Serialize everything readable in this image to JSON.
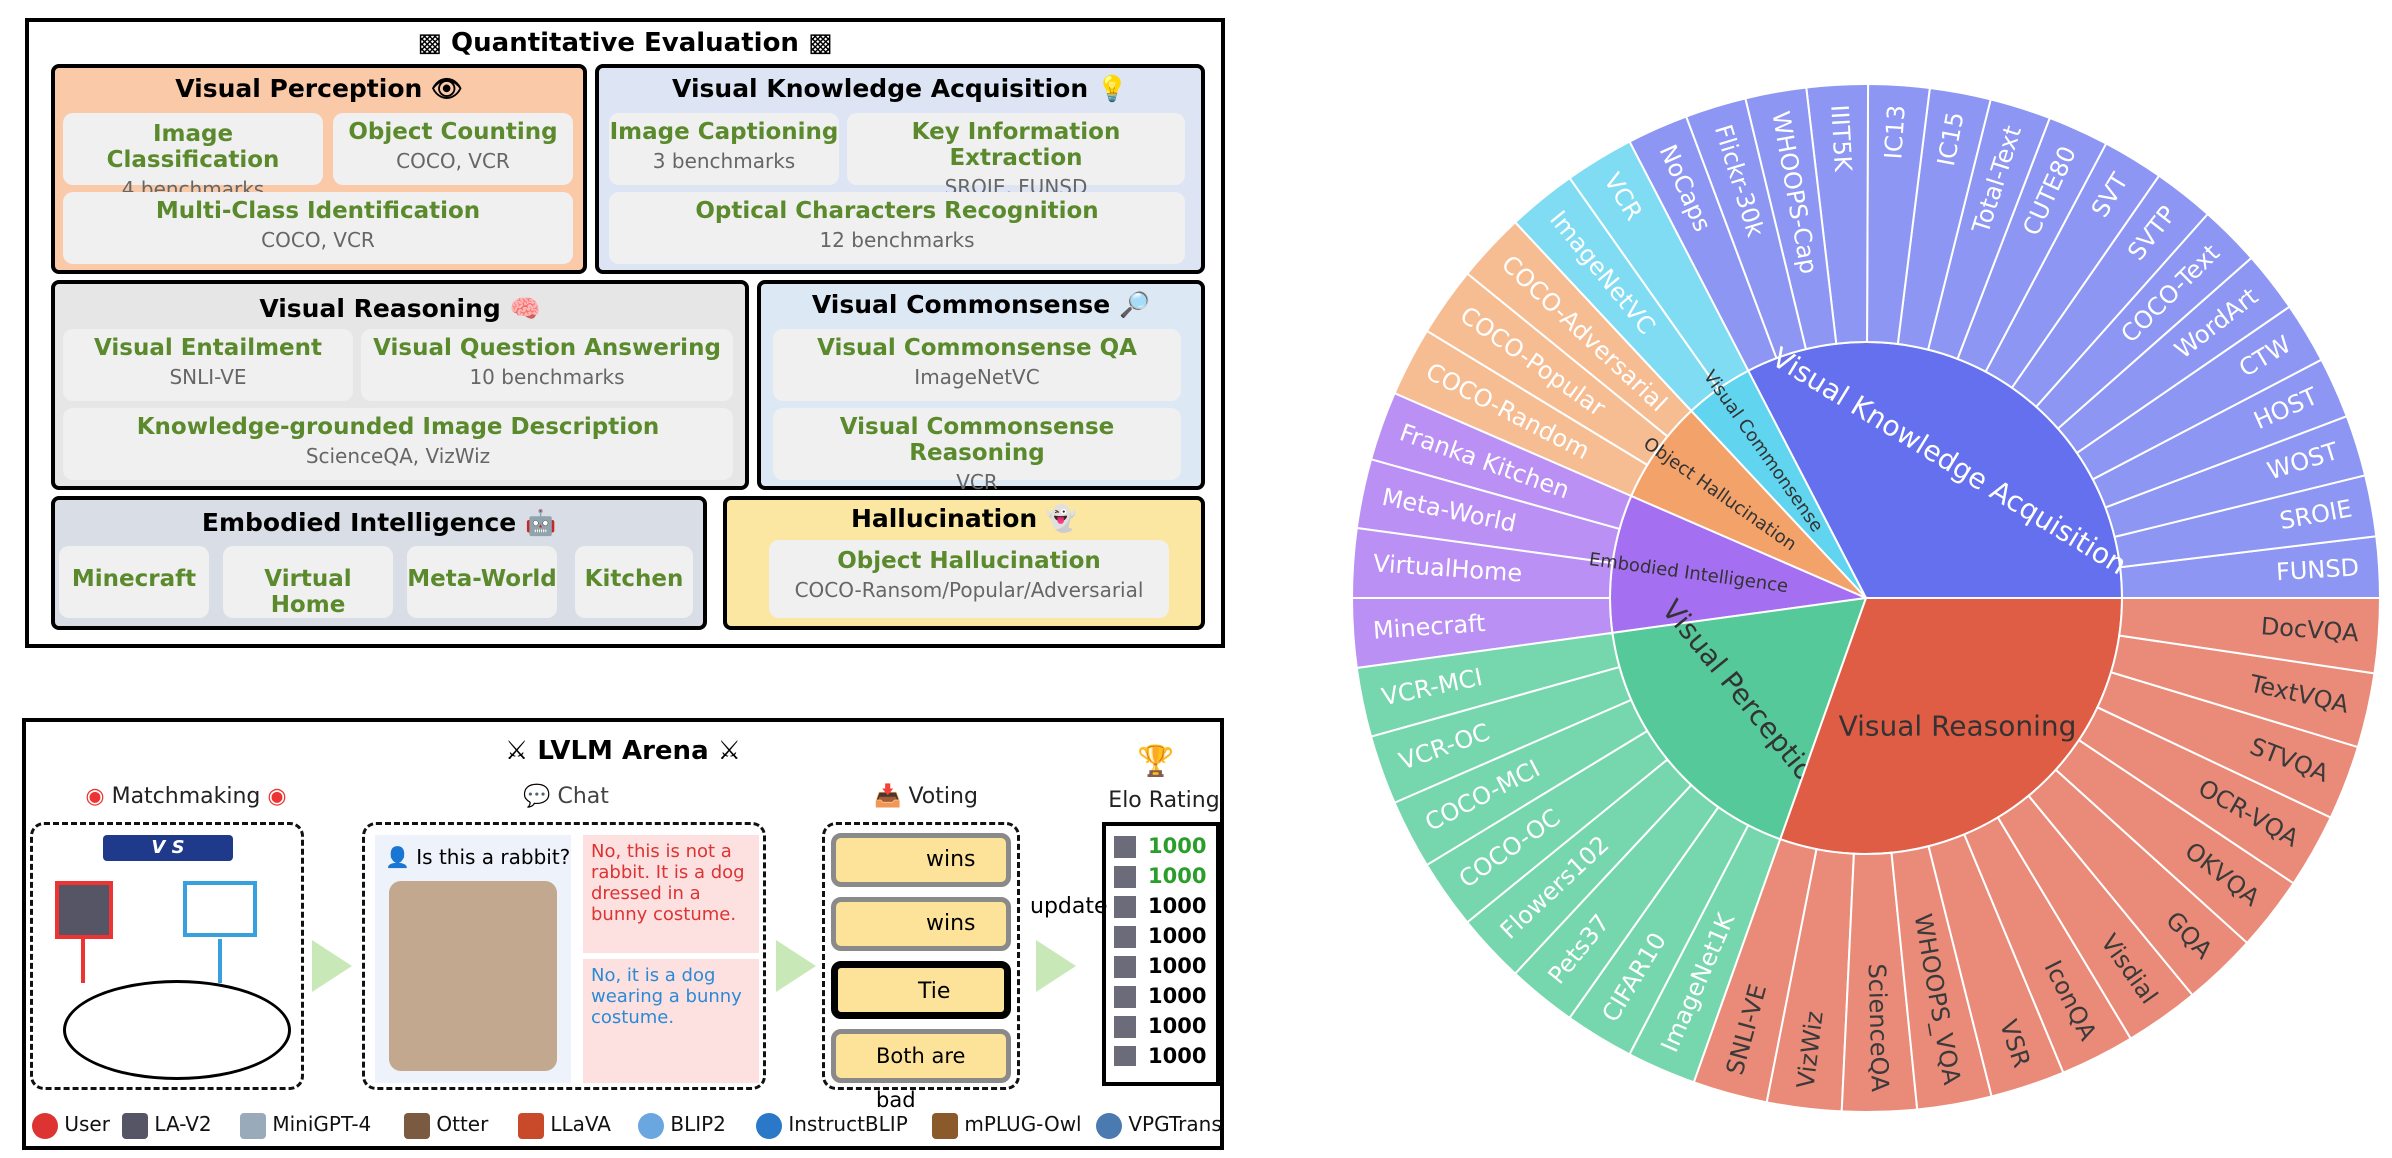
{
  "qe": {
    "title": "Quantitative Evaluation",
    "perception": {
      "title": "Visual Perception",
      "ic_name": "Image Classification",
      "ic_sub": "4 benchmarks",
      "oc_name": "Object Counting",
      "oc_sub": "COCO, VCR",
      "mci_name": "Multi-Class Identification",
      "mci_sub": "COCO, VCR"
    },
    "knowledge": {
      "title": "Visual Knowledge Acquisition",
      "cap_name": "Image Captioning",
      "cap_sub": "3 benchmarks",
      "kie_name": "Key Information Extraction",
      "kie_sub": "SROIE, FUNSD",
      "ocr_name": "Optical Characters Recognition",
      "ocr_sub": "12 benchmarks"
    },
    "reasoning": {
      "title": "Visual Reasoning",
      "ve_name": "Visual Entailment",
      "ve_sub": "SNLI-VE",
      "vqa_name": "Visual Question Answering",
      "vqa_sub": "10 benchmarks",
      "kgid_name": "Knowledge-grounded Image Description",
      "kgid_sub": "ScienceQA, VizWiz"
    },
    "commonsense": {
      "title": "Visual Commonsense",
      "qa_name": "Visual Commonsense QA",
      "qa_sub": "ImageNetVC",
      "r_name": "Visual Commonsense Reasoning",
      "r_sub": "VCR"
    },
    "embodied": {
      "title": "Embodied Intelligence",
      "items": [
        "Minecraft",
        "Virtual Home",
        "Meta-World",
        "Kitchen"
      ]
    },
    "hallucination": {
      "title": "Hallucination",
      "name": "Object Hallucination",
      "sub": "COCO-Ransom/Popular/Adversarial"
    }
  },
  "arena": {
    "title": "LVLM Arena",
    "matchmaking": "Matchmaking",
    "vs": "V S",
    "chat": "Chat",
    "question": "Is this a rabbit?",
    "answer1": "No, this is not a rabbit. It is a dog dressed in a bunny costume.",
    "answer2": "No, it is a dog wearing a bunny costume.",
    "voting": "Voting",
    "votes": [
      "wins",
      "wins",
      "Tie",
      "Both are bad"
    ],
    "update": "update",
    "elo_title": "Elo Rating",
    "elo": [
      "1000",
      "1000",
      "1000",
      "1000",
      "1000",
      "1000",
      "1000",
      "1000"
    ],
    "legend": [
      "User",
      "LA-V2",
      "MiniGPT-4",
      "Otter",
      "LLaVA",
      "BLIP2",
      "InstructBLIP",
      "mPLUG-Owl",
      "VPGTrans"
    ]
  },
  "colors": {
    "perception_bg": "#f9c9a8",
    "knowledge_bg": "#dde5f5",
    "reasoning_bg": "#e6e6e6",
    "commonsense_bg": "#dde8f5",
    "embodied_bg": "#d9dee6",
    "hallucination_bg": "#fbe7a1",
    "card_text": "#5b8a2d",
    "elo_green": "#2a9d2a",
    "sb_knowledge": "#6470ee",
    "sb_knowledge_leaf": "#8d96f2",
    "sb_reasoning": "#e05d45",
    "sb_reasoning_leaf": "#ea8a78",
    "sb_perception": "#56c99a",
    "sb_perception_leaf": "#76d6ae",
    "sb_embodied": "#a46ff0",
    "sb_embodied_leaf": "#bb90f4",
    "sb_hallucination": "#f3a26a",
    "sb_hallucination_leaf": "#f7bd92",
    "sb_commonsense": "#61d4ef",
    "sb_commonsense_leaf": "#7fdcf2"
  },
  "chart_data": {
    "type": "sunburst",
    "inner": [
      {
        "name": "Visual Knowledge Acquisition",
        "value": 15
      },
      {
        "name": "Visual Commonsense",
        "value": 2
      },
      {
        "name": "Object Hallucination",
        "value": 3
      },
      {
        "name": "Embodied Intelligence",
        "value": 4
      },
      {
        "name": "Visual Perception",
        "value": 8
      },
      {
        "name": "Visual Reasoning",
        "value": 14
      }
    ],
    "outer": [
      {
        "parent": "Visual Knowledge Acquisition",
        "items": [
          "FUNSD",
          "SROIE",
          "WOST",
          "HOST",
          "CTW",
          "WordArt",
          "COCO-Text",
          "SVTP",
          "SVT",
          "CUTE80",
          "Total-Text",
          "IC15",
          "IC13",
          "IIIT5K",
          "WHOOPS-Cap",
          "Flickr-30k",
          "NoCaps"
        ]
      },
      {
        "parent": "Visual Commonsense",
        "items": [
          "VCR",
          "ImageNetVC"
        ]
      },
      {
        "parent": "Object Hallucination",
        "items": [
          "COCO-Adversarial",
          "COCO-Popular",
          "COCO-Random"
        ]
      },
      {
        "parent": "Embodied Intelligence",
        "items": [
          "Franka Kitchen",
          "Meta-World",
          "VirtualHome",
          "Minecraft"
        ]
      },
      {
        "parent": "Visual Perception",
        "items": [
          "VCR-MCI",
          "VCR-OC",
          "COCO-MCI",
          "COCO-OC",
          "Flowers102",
          "Pets37",
          "CIFAR10",
          "ImageNet1K"
        ]
      },
      {
        "parent": "Visual Reasoning",
        "items": [
          "SNLI-VE",
          "VizWiz",
          "ScienceQA",
          "WHOOPS_VQA",
          "VSR",
          "IconQA",
          "Visdial",
          "GQA",
          "OKVQA",
          "OCR-VQA",
          "STVQA",
          "TextVQA",
          "DocVQA"
        ]
      }
    ]
  }
}
